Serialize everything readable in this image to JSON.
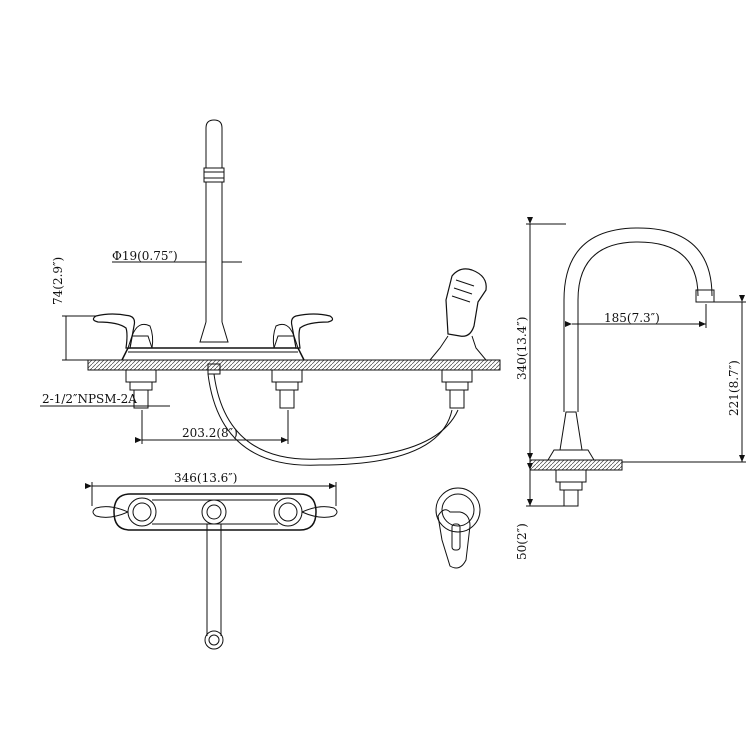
{
  "dimensions": {
    "stem_diameter": "Φ19(0.75″)",
    "handle_height": "74(2.9″)",
    "thread_spec": "2-1/2″NPSM-2A",
    "center_spacing": "203.2(8″)",
    "overall_width": "346(13.6″)",
    "spout_reach": "185(7.3″)",
    "spout_height": "340(13.4″)",
    "spout_clearance": "221(8.7″)",
    "shank_length": "50(2″)"
  }
}
